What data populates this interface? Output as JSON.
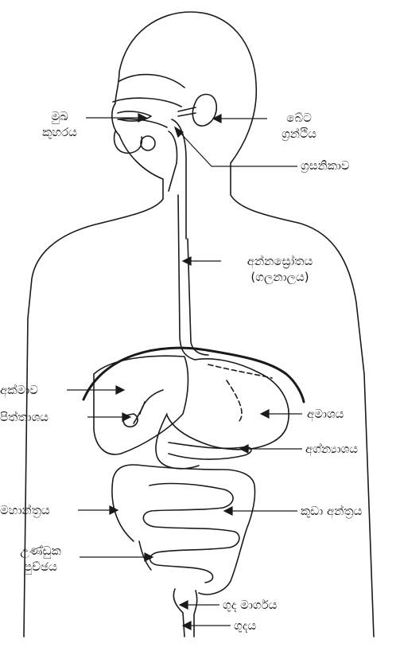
{
  "labels": {
    "mouth_line1": "මුඛ",
    "mouth_line2": "කුහරය",
    "salivary_line1": "බේට",
    "salivary_line2": "ග්‍රන්ථිය",
    "pharynx": "ග්‍රසනිකාව",
    "esophagus_line1": "අන්නස්‍රෝතය",
    "esophagus_line2": "(ගලනාලය)",
    "liver": "අක්මාව",
    "gallbladder": "පිත්තාශය",
    "stomach": "අමාශය",
    "pancreas": "අග්න්‍යාශය",
    "large_intestine": "මහාන්ත්‍රය",
    "small_intestine": "කුඩා අන්ත්‍රය",
    "appendix_line1": "උණ්ඩුක",
    "appendix_line2": "පුච්ඡය",
    "rectum": "ගුද මාර්ගය",
    "anus": "ගුදය"
  },
  "colors": {
    "line": "#1a1a1a",
    "background": "#ffffff"
  }
}
